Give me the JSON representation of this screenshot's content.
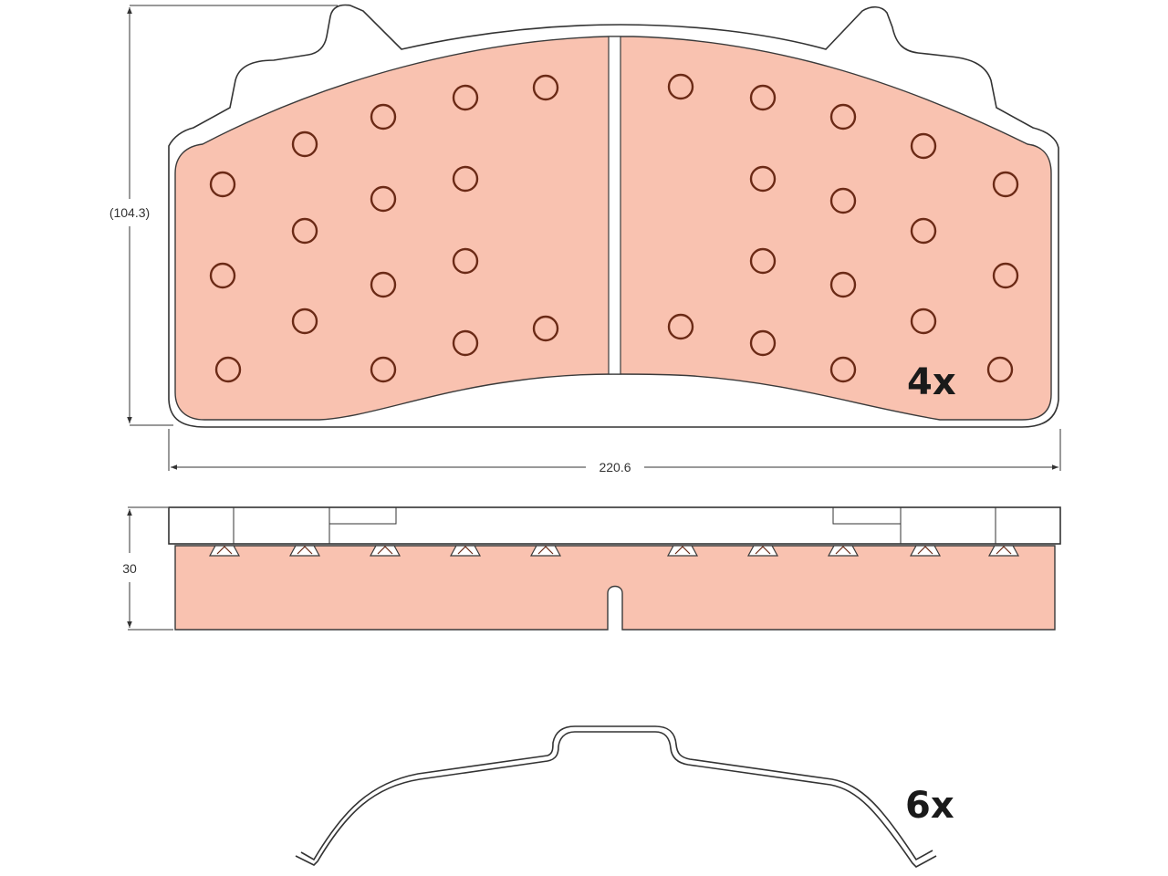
{
  "colors": {
    "pad": "#f9c2b0",
    "stroke": "#3a3a3a",
    "hole_stroke": "#6b2a16",
    "background": "#ffffff"
  },
  "dimensions": {
    "height": "(104.3)",
    "width": "220.6",
    "thickness": "30"
  },
  "quantities": {
    "pads": "4x",
    "springs": "6x"
  }
}
